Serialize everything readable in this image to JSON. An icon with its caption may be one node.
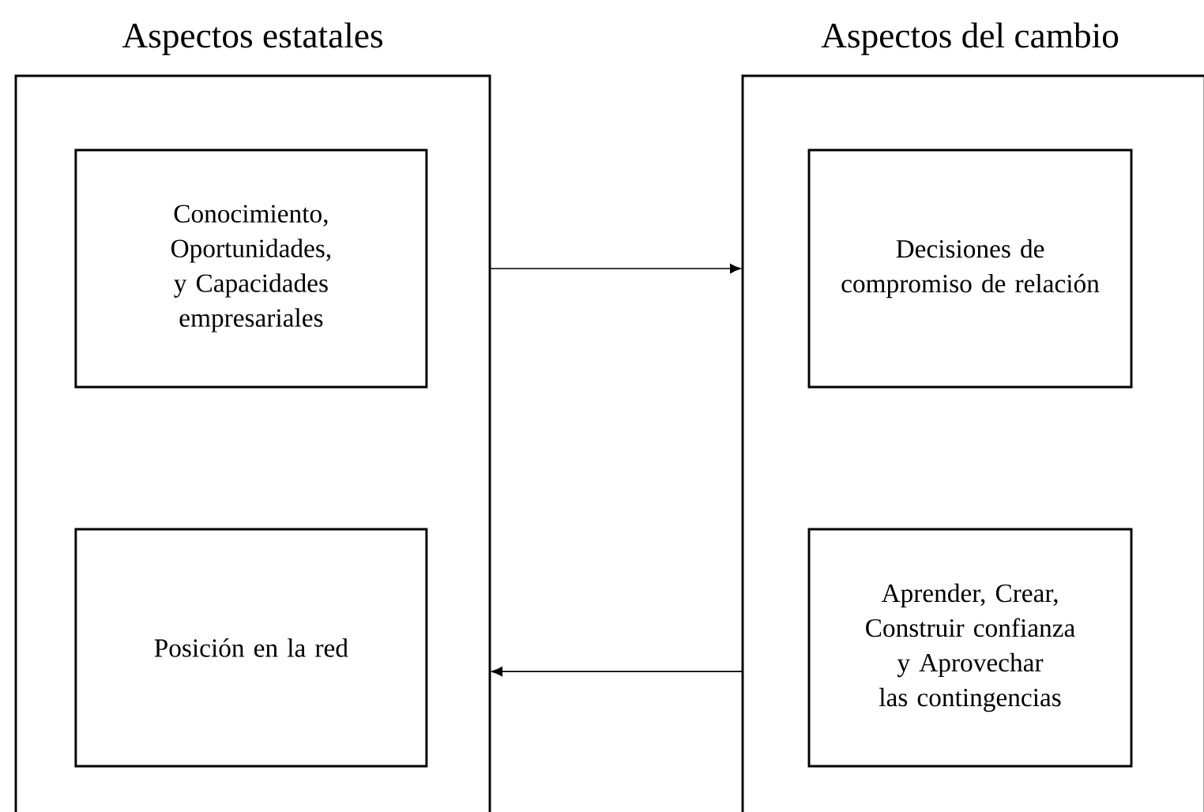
{
  "diagram": {
    "nodes": [
      {
        "text": [
          "Aspectos estatales"
        ]
      },
      {
        "text": [
          "Conocimiento, Oportunidades, y Capacidades empresariales"
        ],
        "in": 0
      },
      {
        "text": [
          "Posición en la red"
        ],
        "in": 0
      },
      {
        "text": [
          "Aspectos del cambio"
        ]
      },
      {
        "text": [
          "Decisiones de compromiso de relación"
        ],
        "in": 3
      },
      {
        "text": [
          "Aprender, Crear, Construir confianza y Aprovechar las contingencias"
        ],
        "in": 3
      }
    ],
    "edges": [
      {
        "from": 0,
        "to": 3,
        "arrow": "to"
      },
      {
        "from": 3,
        "to": 0,
        "arrow": "to"
      }
    ]
  }
}
